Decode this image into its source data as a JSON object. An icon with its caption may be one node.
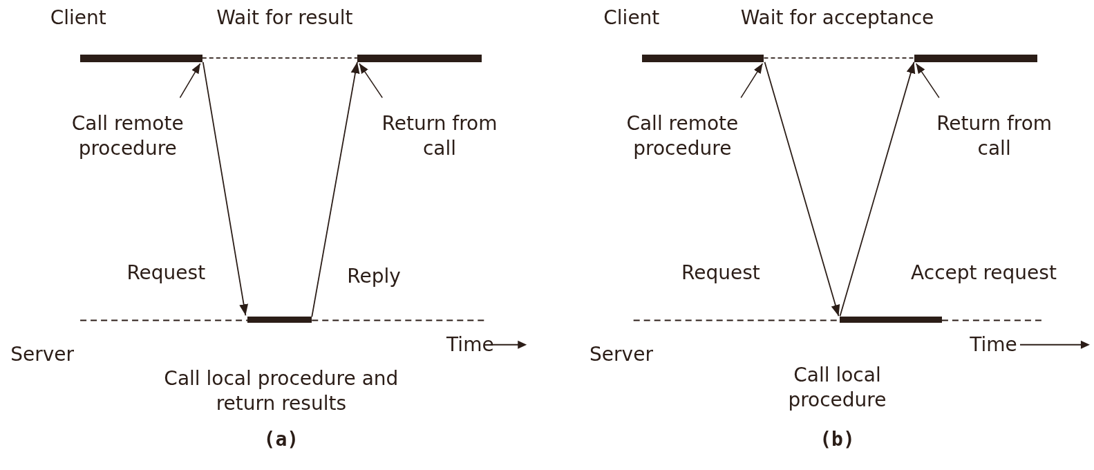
{
  "diagram": {
    "nodes": [
      {
        "text": [],
        "shape": "bar"
      },
      {
        "text": [],
        "shape": "bar"
      },
      {
        "text": [],
        "shape": "bar"
      },
      {
        "text": [
          "Call remote procedure"
        ]
      },
      {
        "text": [
          "Return from call"
        ]
      },
      {
        "text": [],
        "shape": "bar"
      },
      {
        "text": [],
        "shape": "bar"
      },
      {
        "text": [],
        "shape": "bar"
      },
      {
        "text": [
          "Call remote procedure"
        ]
      },
      {
        "text": [
          "Return from call"
        ]
      }
    ],
    "edges": [
      {
        "from": 0,
        "to": 1,
        "arrow": "none",
        "style": "dashed",
        "label": "Wait for result"
      },
      {
        "from": 0,
        "to": 2,
        "arrow": "to",
        "label": "Request"
      },
      {
        "from": 2,
        "to": 1,
        "arrow": "to",
        "label": "Reply"
      },
      {
        "from": 3,
        "to": 0,
        "arrow": "to"
      },
      {
        "from": 4,
        "to": 1,
        "arrow": "to"
      },
      {
        "from": 5,
        "to": 6,
        "arrow": "none",
        "style": "dashed",
        "label": "Wait for acceptance"
      },
      {
        "from": 5,
        "to": 7,
        "arrow": "to",
        "label": "Request"
      },
      {
        "from": 7,
        "to": 6,
        "arrow": "to",
        "label": "Accept request"
      },
      {
        "from": 8,
        "to": 5,
        "arrow": "to"
      },
      {
        "from": 9,
        "to": 6,
        "arrow": "to"
      }
    ],
    "labels": [
      "Client",
      "Server",
      "Time",
      "Call local procedure and return results",
      "(a)",
      "Client",
      "Server",
      "Time",
      "Call local procedure",
      "(b)"
    ]
  }
}
